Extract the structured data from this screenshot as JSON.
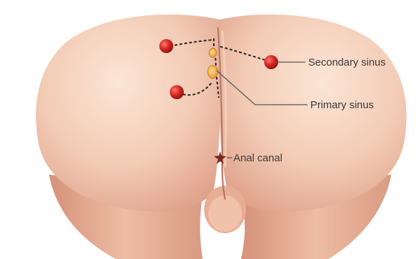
{
  "labels": {
    "secondary_sinus": "Secondary sinus",
    "primary_sinus": "Primary sinus",
    "anal_canal": "Anal canal"
  },
  "colors": {
    "skin_light": "#f7d9c7",
    "skin_mid": "#efc1a8",
    "skin_shadow": "#d99b82",
    "crease": "#b77563",
    "sinus_red": "#c71f1f",
    "primary_sinus_orange": "#f3a93c",
    "leader_line": "#555555",
    "label_text": "#3a3a3a"
  }
}
